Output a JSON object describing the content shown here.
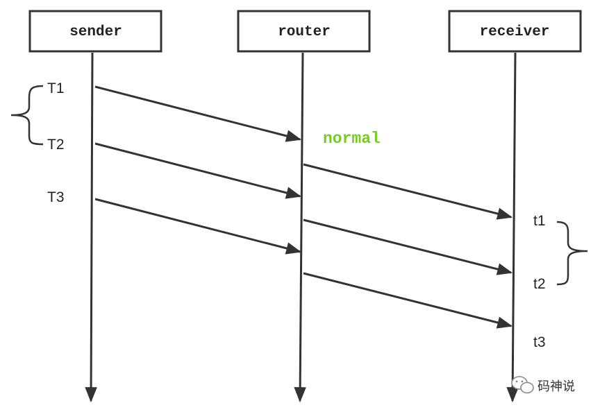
{
  "participants": [
    {
      "id": "sender",
      "label": "sender"
    },
    {
      "id": "router",
      "label": "router"
    },
    {
      "id": "receiver",
      "label": "receiver"
    }
  ],
  "send_times": [
    "T1",
    "T2",
    "T3"
  ],
  "receive_times": [
    "t1",
    "t2",
    "t3"
  ],
  "note": "normal",
  "watermark": "码神说",
  "colors": {
    "line": "#333333",
    "note": "#77cc22",
    "box_border": "#333333"
  }
}
